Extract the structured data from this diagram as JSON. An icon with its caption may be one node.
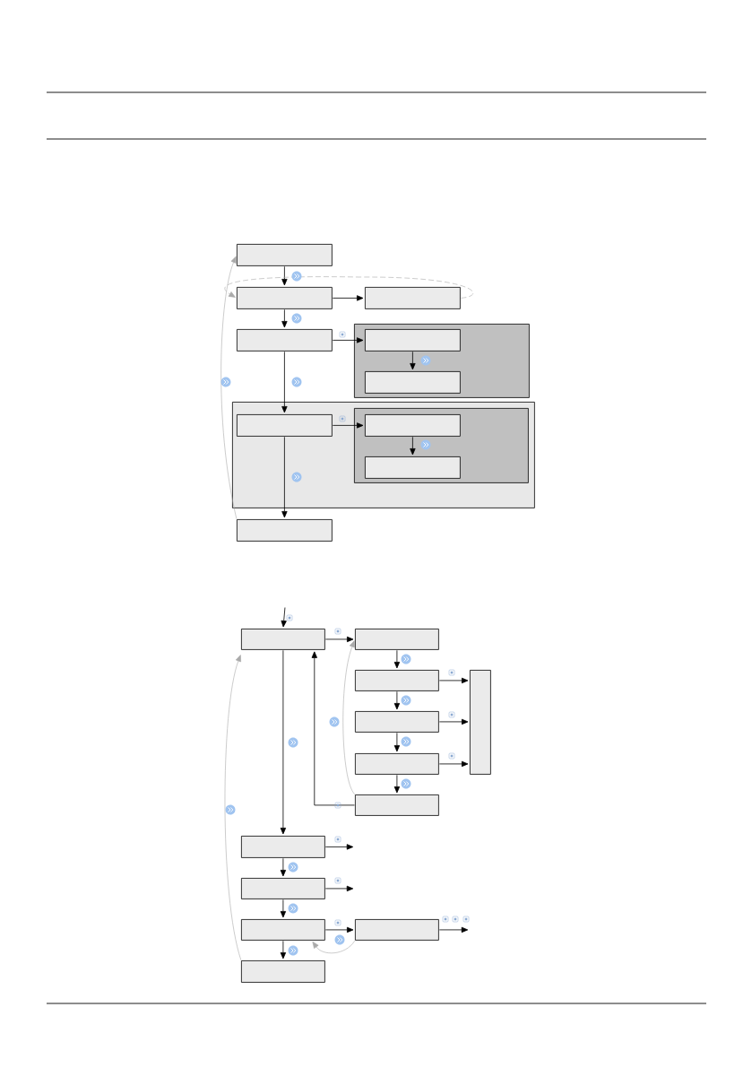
{
  "diagram": {
    "nodes": [
      {
        "text": [],
        "shape": "box"
      },
      {
        "text": [],
        "shape": "box"
      },
      {
        "text": [],
        "shape": "box"
      },
      {
        "text": [],
        "shape": "box"
      },
      {
        "text": [],
        "shape": "box"
      },
      {
        "text": [],
        "shape": "box",
        "in": 4
      },
      {
        "text": [],
        "shape": "box",
        "in": 4
      },
      {
        "text": [],
        "shape": "box"
      },
      {
        "text": [],
        "shape": "box",
        "in": 7
      },
      {
        "text": [],
        "shape": "box",
        "in": 7
      },
      {
        "text": [],
        "shape": "box",
        "in": 9
      },
      {
        "text": [],
        "shape": "box",
        "in": 9
      },
      {
        "text": [],
        "shape": "box"
      },
      {
        "text": [],
        "shape": "box"
      },
      {
        "text": [],
        "shape": "box"
      },
      {
        "text": [],
        "shape": "box"
      },
      {
        "text": [],
        "shape": "box"
      },
      {
        "text": [],
        "shape": "box"
      },
      {
        "text": [],
        "shape": "box"
      },
      {
        "text": [],
        "shape": "box"
      },
      {
        "text": [],
        "shape": "box"
      },
      {
        "text": [],
        "shape": "box"
      },
      {
        "text": [],
        "shape": "box"
      },
      {
        "text": [],
        "shape": "box"
      },
      {
        "text": [],
        "shape": "box"
      }
    ],
    "edges": [
      {
        "from": 0,
        "to": 1,
        "arrow": "to"
      },
      {
        "from": 1,
        "to": 2,
        "arrow": "to"
      },
      {
        "from": 1,
        "to": 3,
        "arrow": "to"
      },
      {
        "from": 3,
        "to": 5,
        "arrow": "to"
      },
      {
        "from": 5,
        "to": 6,
        "arrow": "to"
      },
      {
        "from": 3,
        "to": 8,
        "arrow": "to"
      },
      {
        "from": 8,
        "to": 10,
        "arrow": "to"
      },
      {
        "from": 10,
        "to": 11,
        "arrow": "to"
      },
      {
        "from": 8,
        "to": 12,
        "arrow": "to"
      },
      {
        "from": 12,
        "to": 0,
        "arrow": "to",
        "color": "#aaaaaa"
      },
      {
        "from": 2,
        "to": 1,
        "arrow": "to",
        "style": "dashed",
        "color": "#aaaaaa"
      },
      {
        "from": null,
        "to": 13,
        "arrow": "to"
      },
      {
        "from": 13,
        "to": 14,
        "arrow": "to"
      },
      {
        "from": 14,
        "to": 15,
        "arrow": "to"
      },
      {
        "from": 15,
        "to": 16,
        "arrow": "to"
      },
      {
        "from": 16,
        "to": 17,
        "arrow": "to"
      },
      {
        "from": 17,
        "to": 18,
        "arrow": "to"
      },
      {
        "from": 15,
        "to": 19,
        "arrow": "to"
      },
      {
        "from": 16,
        "to": 19,
        "arrow": "to"
      },
      {
        "from": 17,
        "to": 19,
        "arrow": "to"
      },
      {
        "from": 18,
        "to": 13,
        "arrow": "to"
      },
      {
        "from": 18,
        "to": 14,
        "arrow": "to",
        "color": "#aaaaaa"
      },
      {
        "from": 13,
        "to": 20,
        "arrow": "to"
      },
      {
        "from": 20,
        "to": null,
        "arrow": "to"
      },
      {
        "from": 20,
        "to": 21,
        "arrow": "to"
      },
      {
        "from": 21,
        "to": null,
        "arrow": "to"
      },
      {
        "from": 21,
        "to": 22,
        "arrow": "to"
      },
      {
        "from": 22,
        "to": 23,
        "arrow": "to"
      },
      {
        "from": 23,
        "to": null,
        "arrow": "to"
      },
      {
        "from": 23,
        "to": 22,
        "arrow": "to",
        "color": "#aaaaaa"
      },
      {
        "from": 22,
        "to": 24,
        "arrow": "to"
      },
      {
        "from": 24,
        "to": 13,
        "arrow": "to",
        "color": "#aaaaaa"
      }
    ]
  }
}
